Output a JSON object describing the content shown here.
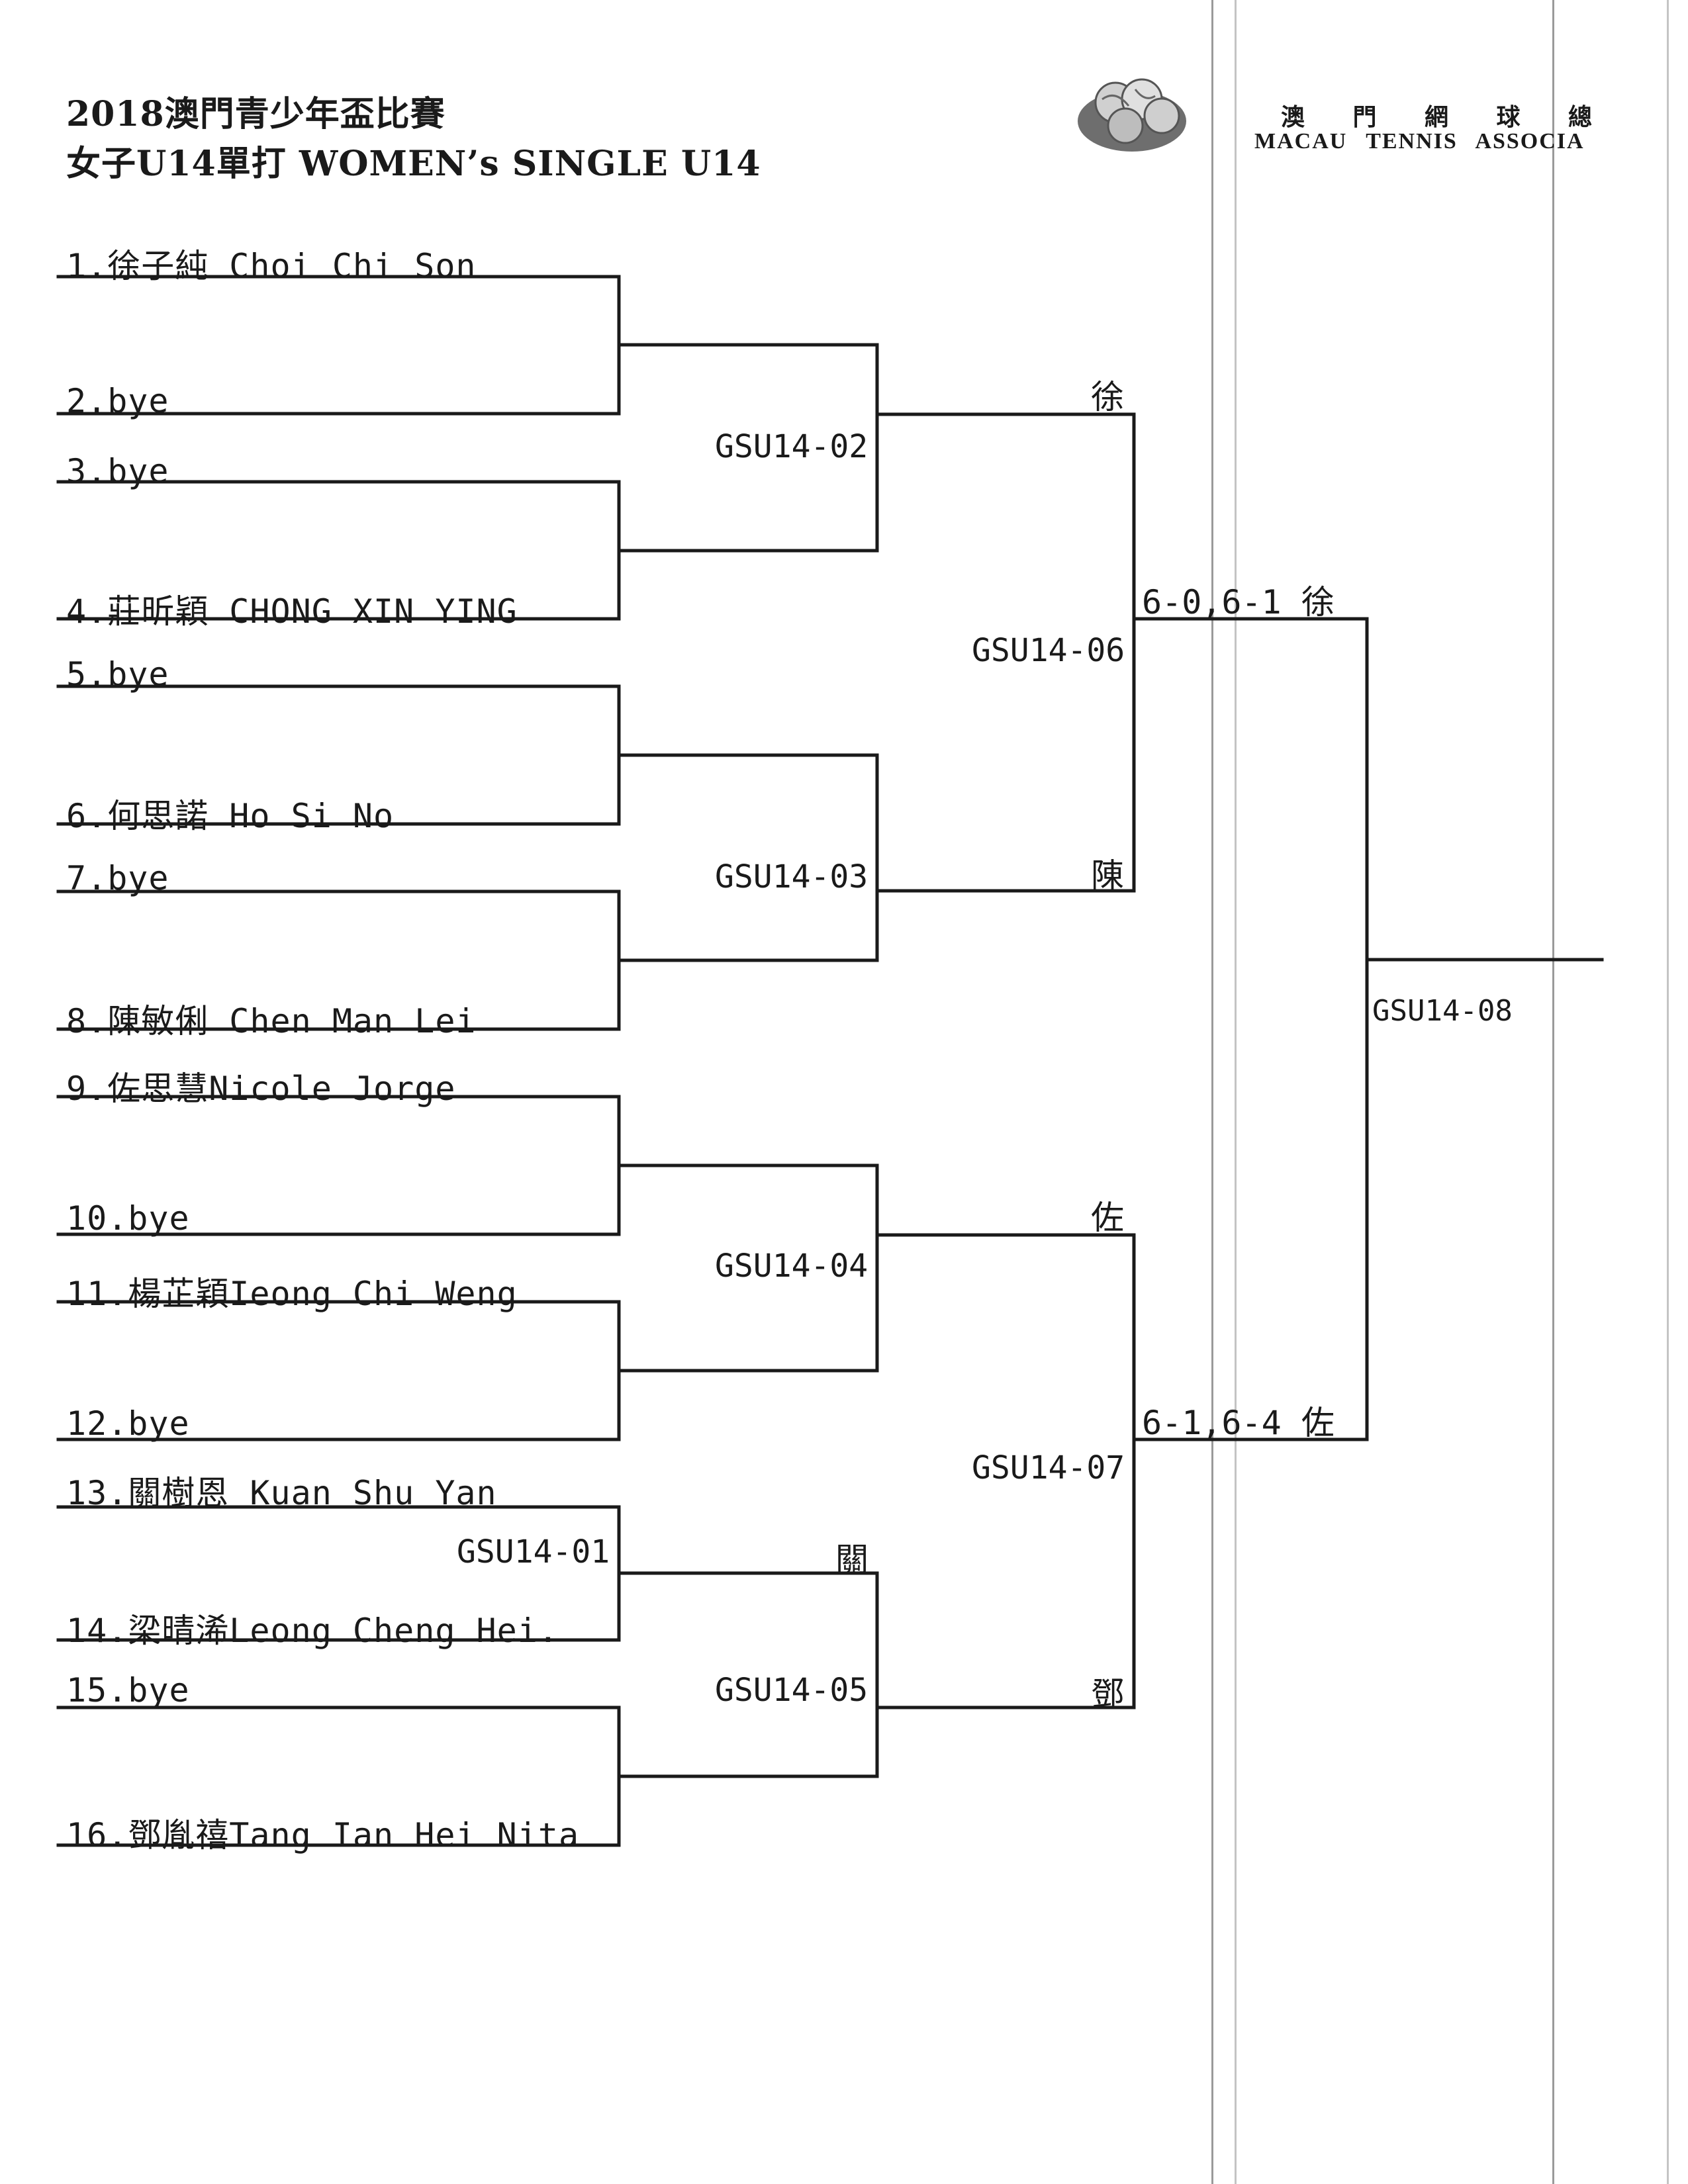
{
  "header": {
    "title_line1": "2018澳門青少年盃比賽",
    "title_line2": "女子U14單打 WOMEN’s SINGLE U14",
    "assoc_cn": [
      "澳",
      "門",
      "網",
      "球",
      "總"
    ],
    "assoc_en": "MACAU TENNIS ASSOCIA"
  },
  "players": [
    "1.徐子純 Choi Chi Son",
    "2.bye",
    "3.bye",
    "4.莊昕穎 CHONG XIN YING",
    "5.bye",
    "6.何思諾 Ho Si No",
    "7.bye",
    "8.陳敏俐 Chen Man Lei",
    "9.佐思慧Nicole Jorge",
    "10.bye",
    "11.楊芷穎Ieong Chi Weng",
    "12.bye",
    "13.關樹恩 Kuan Shu Yan",
    "14.梁晴浠Leong Cheng Hei.",
    "15.bye",
    "16.鄧胤禧Tang Ian Hei Nita"
  ],
  "matches": {
    "m01": "GSU14-01",
    "m02": "GSU14-02",
    "m03": "GSU14-03",
    "m04": "GSU14-04",
    "m05": "GSU14-05",
    "m06": "GSU14-06",
    "m07": "GSU14-07",
    "m08": "GSU14-08"
  },
  "results": {
    "m02_winner": "徐",
    "m03_winner": "陳",
    "m04_winner": "佐",
    "m01_winner": "關",
    "m05_winner": "鄧",
    "m06_result": "6-0,6-1 徐",
    "m07_result": "6-1,6-4 佐"
  }
}
